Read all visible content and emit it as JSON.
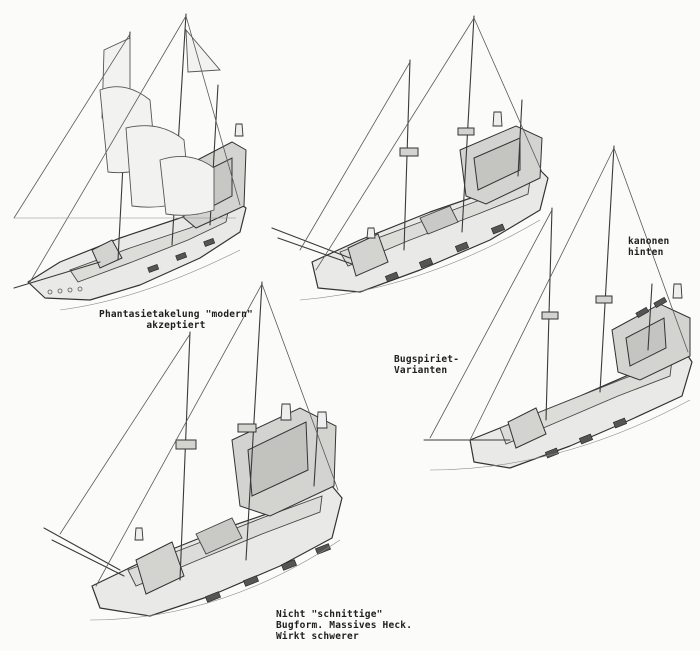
{
  "notes": {
    "rigging": [
      "Phantasietakelung \"modern\"",
      "akzeptiert"
    ],
    "bowsprit": [
      "Bugspiriet-",
      "Varianten"
    ],
    "cannons": [
      "kanonen",
      "hinten"
    ],
    "shape": [
      "Nicht \"schnittige\"",
      "Bugform. Massives Heck.",
      "Wirkt schwerer"
    ]
  },
  "colors": {
    "paper": "#fbfbfa",
    "pencil": "#3a3a3a"
  }
}
